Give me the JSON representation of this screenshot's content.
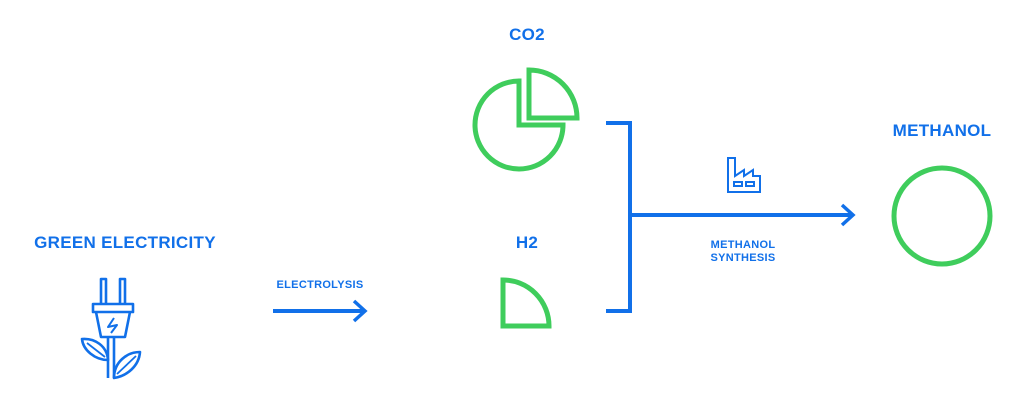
{
  "labels": {
    "co2": "CO2",
    "h2": "H2",
    "methanol": "METHANOL",
    "green_electricity": "GREEN ELECTRICITY",
    "electrolysis": "ELECTROLYSIS",
    "synthesis_line1": "METHANOL",
    "synthesis_line2": "SYNTHESIS"
  },
  "icons": [
    "plug-leaf-icon",
    "pie-chart-icon",
    "quarter-pie-icon",
    "factory-icon",
    "circle-icon",
    "arrow-right-icon"
  ],
  "colors": {
    "blue": "#1170e9",
    "green": "#3fcd5c"
  }
}
